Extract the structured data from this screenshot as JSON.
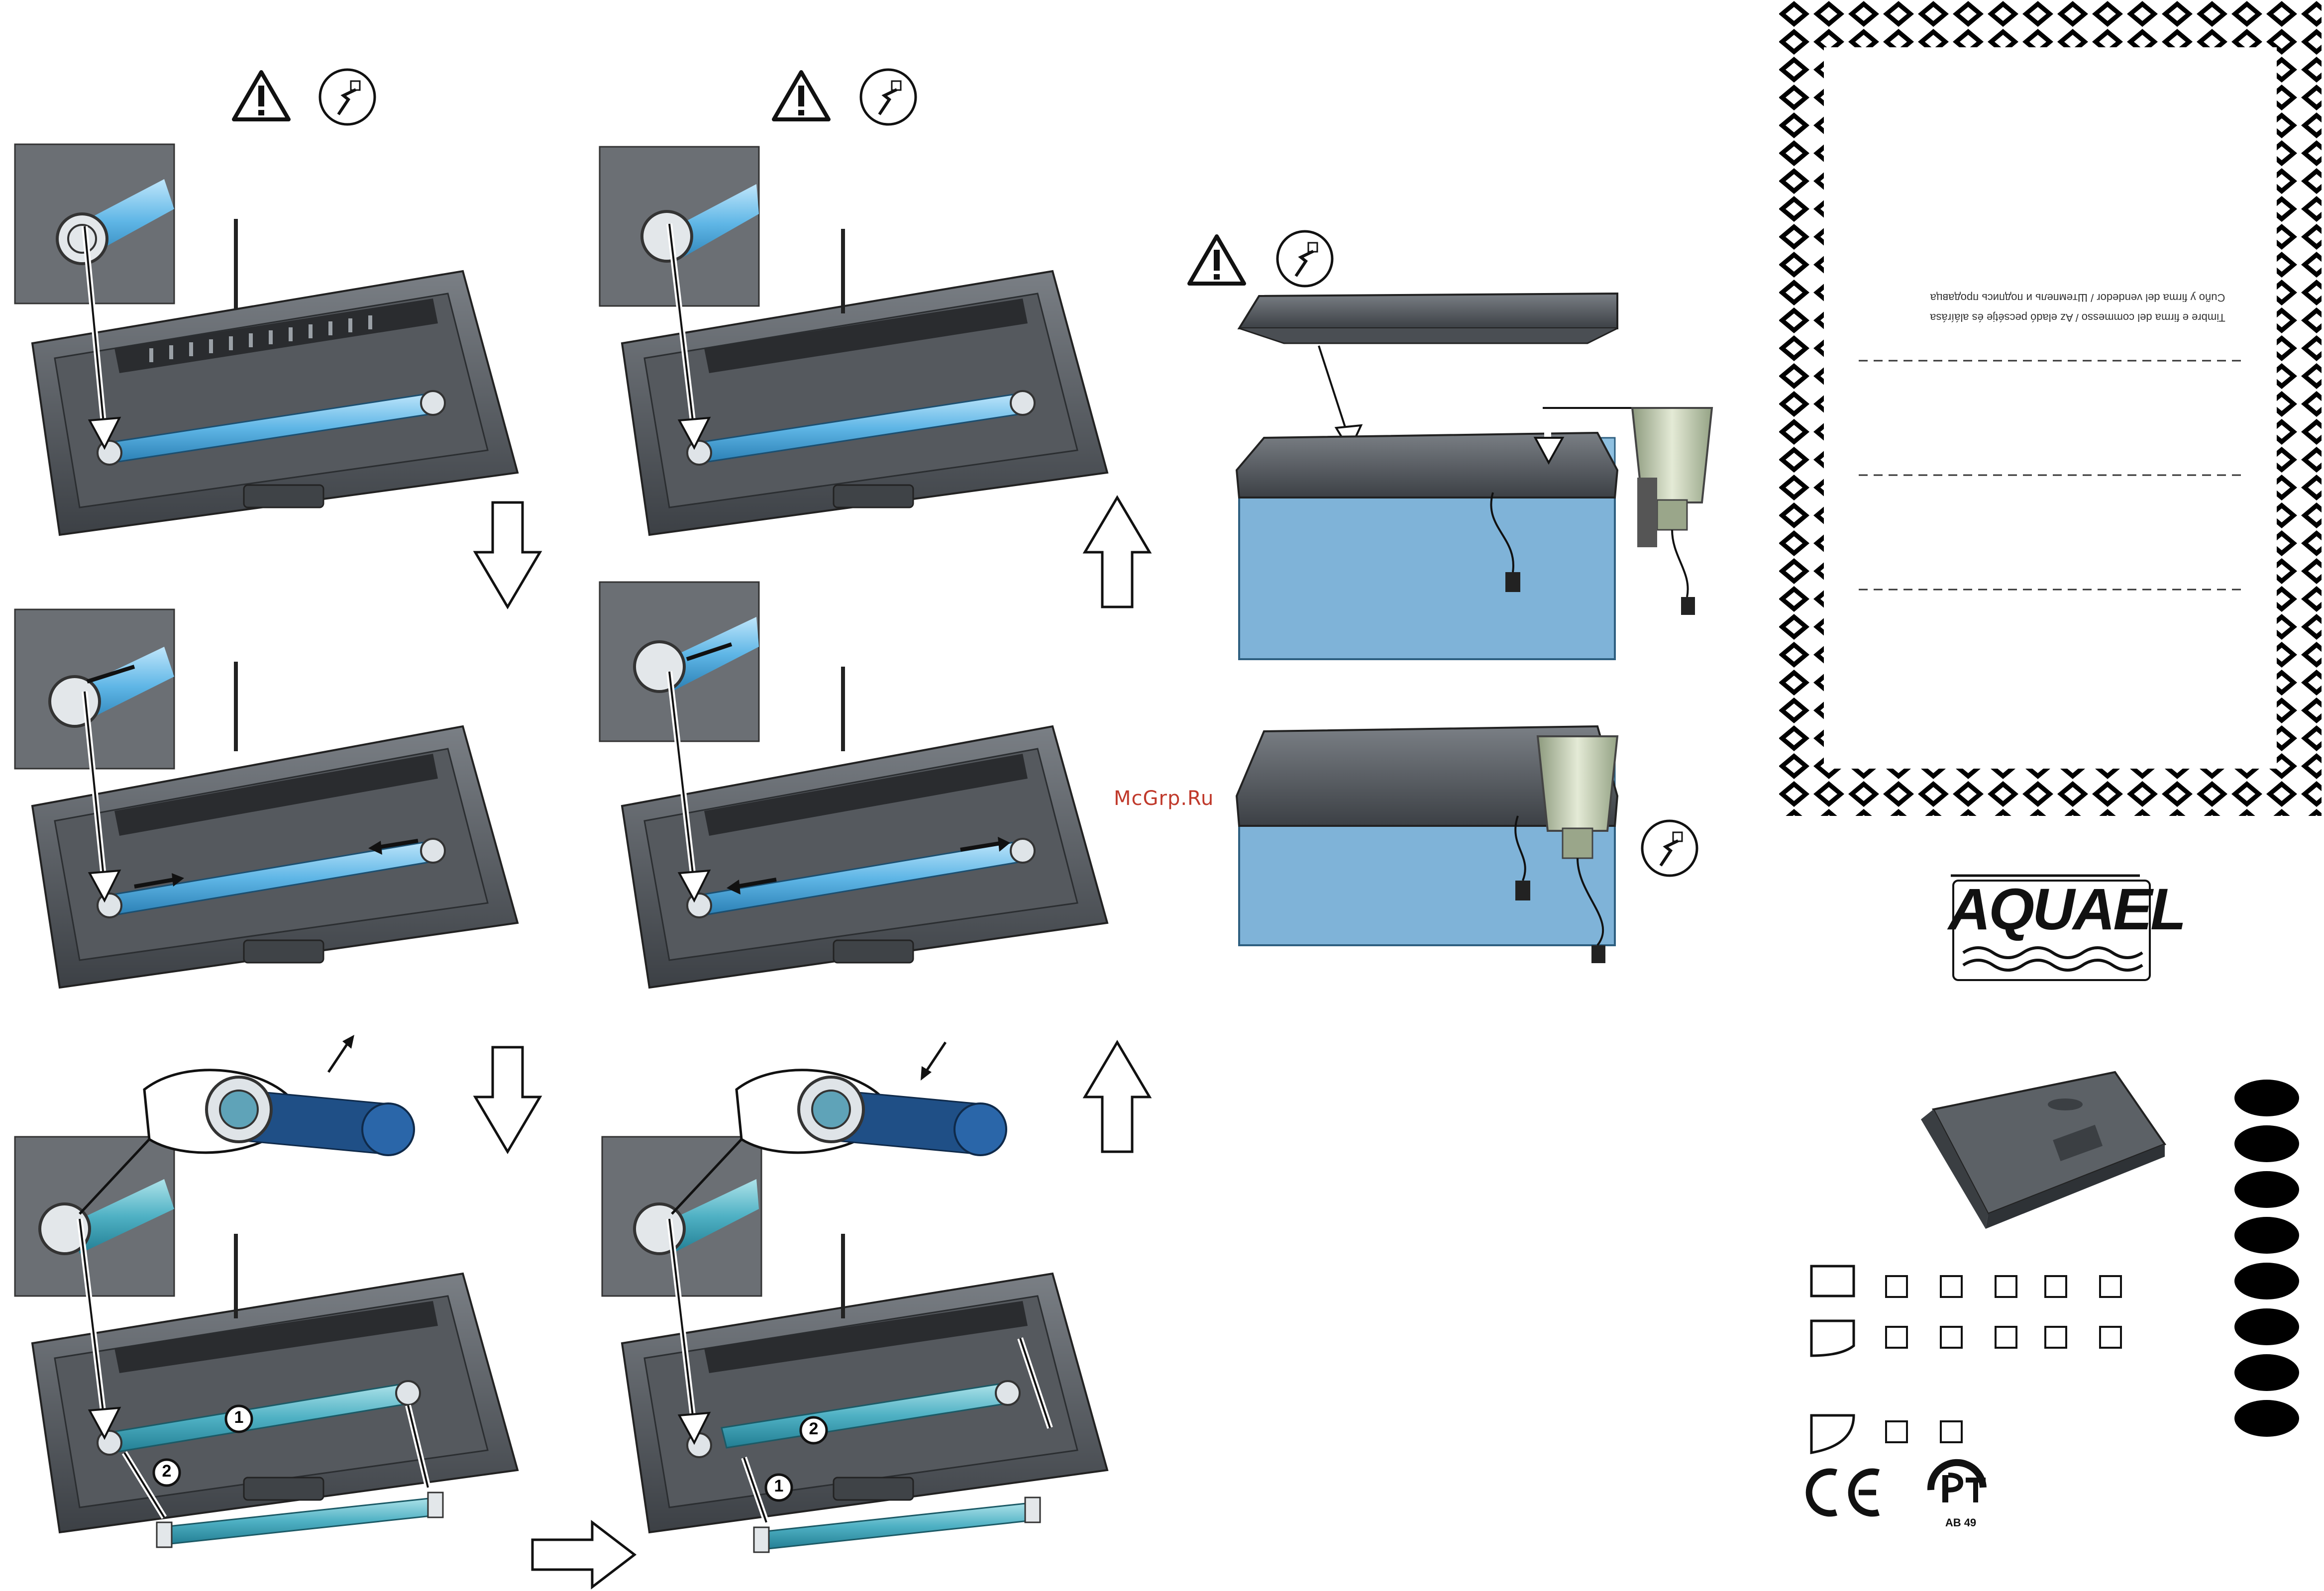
{
  "watermark": "McGrp.Ru",
  "stamp_labels": [
    "Cuño y firma del vendedor / Штемпель и подпись продавца",
    "Timbre e firma del commesso / Az eladó pecsétje és aláírása"
  ],
  "brand": "AQUAEL",
  "cert": {
    "ce": "CE",
    "rst_code": "AB 49"
  },
  "step_markers": [
    "1",
    "2",
    "2",
    "1"
  ],
  "symbols": [
    "warning-icon",
    "unplug-icon",
    "arrow-down-icon",
    "arrow-up-icon",
    "arrow-right-icon"
  ]
}
